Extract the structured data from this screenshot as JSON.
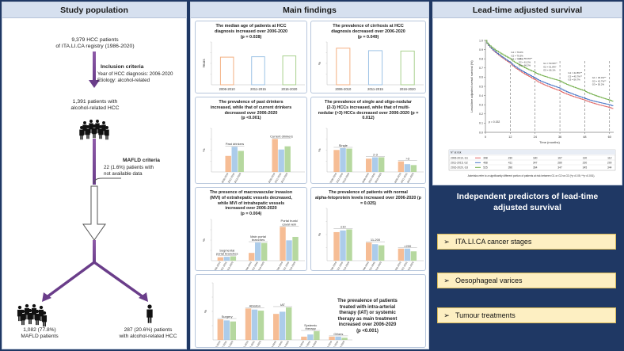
{
  "study": {
    "header": "Study population",
    "registry": "9,379 HCC patients\nof ITA.LI.CA registry (1986-2020)",
    "inclusion_title": "Inclusion criteria",
    "inclusion_text": "Year of HCC diagnosis: 2006-2020\nEtiology: alcohol-related",
    "included": "1,391 patients with\nalcohol-related HCC",
    "mafld_title": "MAFLD criteria",
    "mafld_text": "22 (1.6%) patients with\nnot available data",
    "mafld_group": "1,082 (77.8%)\nMAFLD patients",
    "alc_group": "287 (20.6%) patients\nwith alcohol-related HCC"
  },
  "findings": {
    "header": "Main findings",
    "periods": [
      "2006-2010",
      "2011-2015",
      "2016-2020"
    ],
    "colors": [
      "#f4b183",
      "#9dc3e6",
      "#a9d18e"
    ],
    "panels": [
      {
        "title": "The median age of patients at HCC\ndiagnosis increased over 2006-2020",
        "p": "(p = 0.028)",
        "ylabel": "Years"
      },
      {
        "title": "The prevalence of cirrhosis at HCC\ndiagnosis decreased over 2006-2020",
        "p": "(p = 0.049)",
        "ylabel": "%"
      },
      {
        "title": "The prevalence of past drinkers\nincreased, while that of current drinkers\ndecreased over 2006-2020",
        "p": "(p <0.001)",
        "ylabel": "%",
        "groups": [
          "Past drinkers",
          "Current drinkers"
        ]
      },
      {
        "title": "The prevalence of single and oligo-nodular\n(2-3) HCCs increased, while that of multi-\nnodular (>3) HCCs decreased over",
        "p": "2006-2020 (p = 0.012)",
        "ylabel": "%",
        "groups": [
          "Single",
          "2-3",
          ">3"
        ]
      },
      {
        "title": "The presence of macrovascular invasion\n(MVI) of extrahepatic vessels decreased,\nwhile MVI of intrahepatic vessels\nincreased over 2006-2020",
        "p": "(p = 0.004)",
        "ylabel": "%",
        "groups": [
          "Segmental\nportal branches",
          "Main portal\nbranches",
          "Portal trunk/\ncaval vein"
        ]
      },
      {
        "title": "The prevalence of patients with normal\nalpha-fetoprotein levels increased over",
        "p": "2006-2020 (p = 0.025)",
        "ylabel": "%",
        "groups": [
          "≤10",
          "11-200",
          ">200"
        ]
      },
      {
        "title": "The prevalence of patients\ntreated with intra-arterial\ntherapy (IAT) or systemic\ntherapy as main treatment\nincreased over 2006-2020",
        "p": "(p <0.001)",
        "ylabel": "%",
        "groups": [
          "Surgery",
          "Ablation",
          "IAT",
          "Systemic\ntherapy",
          "Others"
        ]
      }
    ]
  },
  "chart_data": [
    {
      "type": "bar",
      "categories": [
        "2006-2010",
        "2011-2015",
        "2016-2020"
      ],
      "values": [
        68,
        69,
        71
      ],
      "ylabel": "Years"
    },
    {
      "type": "bar",
      "categories": [
        "2006-2010",
        "2011-2015",
        "2016-2020"
      ],
      "values": [
        90,
        84,
        83
      ],
      "ylabel": "%"
    },
    {
      "type": "bar",
      "categories": [
        "Past drinkers",
        "Current drinkers"
      ],
      "series": [
        {
          "values": [
            35,
            72
          ]
        },
        {
          "values": [
            55,
            49
          ]
        },
        {
          "values": [
            46,
            56
          ]
        }
      ],
      "ylabel": "%"
    },
    {
      "type": "bar",
      "categories": [
        "Single",
        "2-3",
        ">3"
      ],
      "series": [
        {
          "values": [
            48,
            29,
            23
          ]
        },
        {
          "values": [
            52,
            32,
            17
          ]
        },
        {
          "values": [
            51,
            32,
            15
          ]
        }
      ],
      "ylabel": "%"
    },
    {
      "type": "bar",
      "categories": [
        "Segmental portal branches",
        "Main portal branches",
        "Portal trunk/caval vein"
      ],
      "series": [
        {
          "values": [
            8,
            18,
            78
          ]
        },
        {
          "values": [
            9,
            42,
            47
          ]
        },
        {
          "values": [
            10,
            41,
            55
          ]
        }
      ],
      "ylabel": "%"
    },
    {
      "type": "bar",
      "categories": [
        "≤10",
        "11-200",
        ">200"
      ],
      "series": [
        {
          "values": [
            52,
            33,
            22
          ]
        },
        {
          "values": [
            55,
            30,
            22
          ]
        },
        {
          "values": [
            57,
            28,
            17
          ]
        }
      ],
      "ylabel": "%"
    },
    {
      "type": "bar",
      "categories": [
        "Surgery",
        "Ablation",
        "IAT",
        "Systemic therapy",
        "Others"
      ],
      "series": [
        {
          "values": [
            19,
            29,
            24,
            3,
            3
          ]
        },
        {
          "values": [
            18,
            28,
            26,
            5,
            3
          ]
        },
        {
          "values": [
            17,
            27,
            30,
            8,
            2
          ]
        }
      ],
      "ylabel": "%"
    },
    {
      "type": "line",
      "xlabel": "Time (months)",
      "ylabel": "Lead-time adjusted overall survival (%)",
      "x": [
        0,
        12,
        24,
        36,
        48,
        60
      ],
      "ylim": [
        0,
        1
      ],
      "xlim": [
        0,
        62
      ],
      "yticks": [
        "0.0",
        "0.1",
        "0.2",
        "0.3",
        "0.4",
        "0.5",
        "0.6",
        "0.7",
        "0.8",
        "0.9",
        "1.0"
      ],
      "series": [
        {
          "values": [
            1.0,
            0.75,
            0.57,
            0.45,
            0.35,
            0.27
          ],
          "color": "#e06666"
        },
        {
          "values": [
            1.0,
            0.76,
            0.59,
            0.48,
            0.37,
            0.3
          ],
          "color": "#4472c4"
        },
        {
          "values": [
            1.0,
            0.8,
            0.65,
            0.56,
            0.45,
            0.35
          ],
          "color": "#70ad47"
        }
      ]
    }
  ],
  "survival": {
    "header": "Lead-time adjusted survival",
    "p_label": "p = 0.152",
    "annotations": [
      [
        "G1 = 79.0%",
        "G2 = 79.3%",
        "G3 = 79.4%"
      ],
      [
        "G1 = 55.9%**",
        "G2 = 61.2%",
        "G3 = 66.2%"
      ],
      [
        "G1 = 53.9%**",
        "G2 = 51.8%*",
        "G3 = 66.1%"
      ],
      [
        "G1 = 42.8%**",
        "G2 = 45.7%**",
        "G3 = 56.7%"
      ],
      [
        "G1 = 36.4%**",
        "G2 = 42.7%**",
        "G3 = 50.2%"
      ]
    ],
    "risk_header": "N° at risk",
    "risk_rows": [
      {
        "label": "2006-2010, G1",
        "values": [
          "398",
          "230",
          "180",
          "167",
          "130",
          "112"
        ]
      },
      {
        "label": "2011-2015, G2",
        "values": [
          "468",
          "411",
          "347",
          "280",
          "230",
          "200"
        ]
      },
      {
        "label": "2016-2020, G3",
        "values": [
          "525",
          "396",
          "364",
          "347",
          "345",
          "344"
        ]
      }
    ],
    "footnote": "Asterisks refer to a significantly different portion of patients at risk between G1 or G2 vs G3 (*p <0.05; **p <0.001)."
  },
  "predictors": {
    "header": "Independent predictors of  lead-time adjusted survival",
    "items": [
      "ITA.LI.CA cancer stages",
      "Oesophageal varices",
      "Tumour treatments"
    ]
  }
}
